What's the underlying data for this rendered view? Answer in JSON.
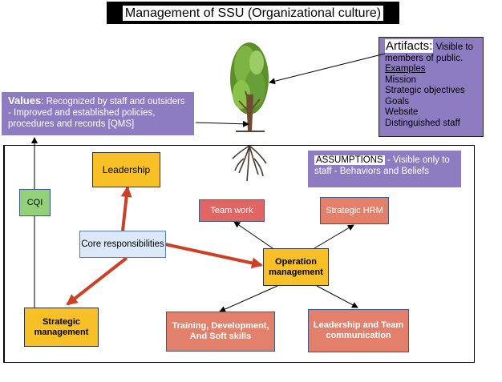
{
  "title": "Management of SSU (Organizational culture)",
  "values": {
    "heading": "Values",
    "text": ": Recognized by staff and outsiders - Improved and established policies, procedures and records [QMS]"
  },
  "artifacts": {
    "heading": "Artifacts:",
    "subtitle": "Visible to members of public.",
    "examples_label": "Examples",
    "items": [
      "Mission",
      "Strategic objectives",
      "Goals",
      "Website",
      "Distinguished staff"
    ]
  },
  "assumptions": {
    "heading": "ASSUMPTIONS",
    "text": " - Visible only to staff - Behaviors and Beliefs"
  },
  "nodes": {
    "cqi": "CQI",
    "leadership": "Leadership",
    "core": "Core responsibilities",
    "strategic": "Strategic management",
    "operation": "Operation management",
    "teamwork": "Team work",
    "strategic_hrm": "Strategic HRM",
    "training": "Training, Development, And Soft skills",
    "leadership_team": "Leadership and Team communication"
  },
  "colors": {
    "purple": "#8e7cc3",
    "yellow": "#f6c026",
    "red": "#e06666",
    "salmon": "#e3806c",
    "green": "#92d07a",
    "light_blue": "#dbe8f8",
    "arrow_red": "#cc4125"
  }
}
